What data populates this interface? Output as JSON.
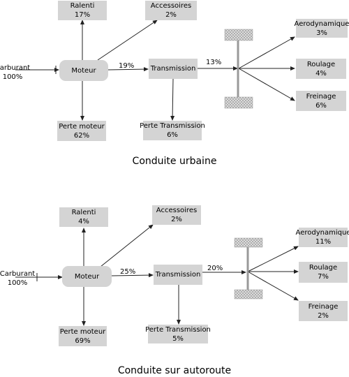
{
  "urban": {
    "caption": "Conduite urbaine",
    "carburant": {
      "label": "Carburant",
      "value": "100%"
    },
    "moteur": {
      "label": "Moteur"
    },
    "ralenti": {
      "label": "Ralenti",
      "value": "17%"
    },
    "accessoires": {
      "label": "Accessoires",
      "value": "2%"
    },
    "perte_moteur": {
      "label": "Perte moteur",
      "value": "62%"
    },
    "transmission": {
      "label": "Transmission"
    },
    "perte_transmission": {
      "label": "Perte Transmission",
      "value": "6%"
    },
    "moteur_to_transmission": "19%",
    "transmission_to_wheels": "13%",
    "aerodynamique": {
      "label": "Aerodynamique",
      "value": "3%"
    },
    "roulage": {
      "label": "Roulage",
      "value": "4%"
    },
    "freinage": {
      "label": "Freinage",
      "value": "6%"
    }
  },
  "highway": {
    "caption": "Conduite sur autoroute",
    "carburant": {
      "label": "Carburant",
      "value": "100%"
    },
    "moteur": {
      "label": "Moteur"
    },
    "ralenti": {
      "label": "Ralenti",
      "value": "4%"
    },
    "accessoires": {
      "label": "Accessoires",
      "value": "2%"
    },
    "perte_moteur": {
      "label": "Perte moteur",
      "value": "69%"
    },
    "transmission": {
      "label": "Transmission"
    },
    "perte_transmission": {
      "label": "Perte Transmission",
      "value": "5%"
    },
    "moteur_to_transmission": "25%",
    "transmission_to_wheels": "20%",
    "aerodynamique": {
      "label": "Aerodynamique",
      "value": "11%"
    },
    "roulage": {
      "label": "Roulage",
      "value": "7%"
    },
    "freinage": {
      "label": "Freinage",
      "value": "2%"
    }
  }
}
